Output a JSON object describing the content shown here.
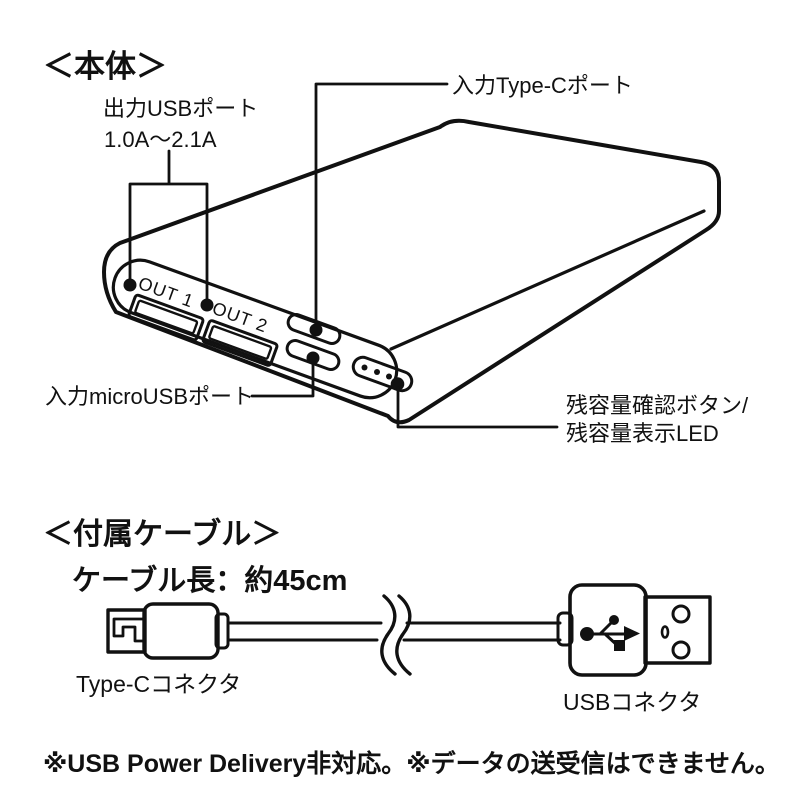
{
  "colors": {
    "background": "#ffffff",
    "ink": "#111111"
  },
  "device_section": {
    "heading": "＜本体＞",
    "callouts": {
      "usb_out_line1": "出力USBポート",
      "usb_out_line2": "1.0A〜2.1A",
      "type_c_in": "入力Type-Cポート",
      "micro_usb_in": "入力microUSBポート",
      "battery_line1": "残容量確認ボタン/",
      "battery_line2": "残容量表示LED"
    },
    "device": {
      "out1": "OUT 1",
      "out2": "OUT 2"
    }
  },
  "cable_section": {
    "heading": "＜付属ケーブル＞",
    "length_note": "ケーブル長：約45cm",
    "left_connector_label": "Type-Cコネクタ",
    "right_connector_label": "USBコネクタ"
  },
  "footnote": "※USB Power Delivery非対応。※データの送受信はできません。"
}
